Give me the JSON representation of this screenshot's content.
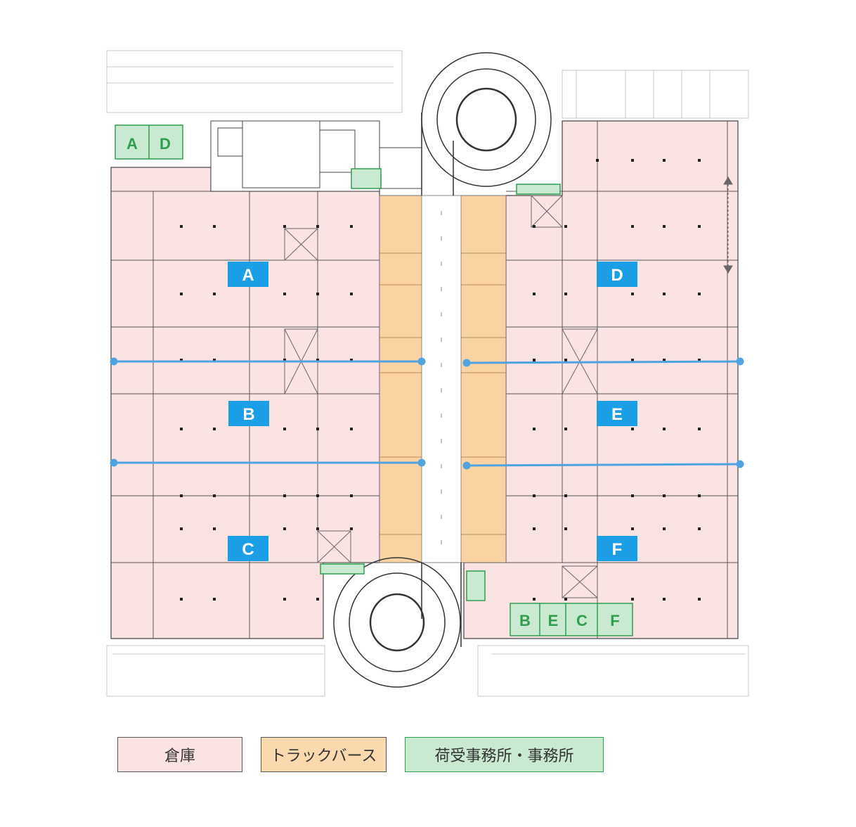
{
  "zones": [
    {
      "id": "A",
      "label": "A"
    },
    {
      "id": "B",
      "label": "B"
    },
    {
      "id": "C",
      "label": "C"
    },
    {
      "id": "D",
      "label": "D"
    },
    {
      "id": "E",
      "label": "E"
    },
    {
      "id": "F",
      "label": "F"
    }
  ],
  "offices": {
    "top_left": [
      "A",
      "D"
    ],
    "bottom_right": [
      "B",
      "E",
      "C",
      "F"
    ]
  },
  "legend": {
    "warehouse": "倉庫",
    "truck_berth": "トラックバース",
    "office": "荷受事務所・事務所"
  },
  "colors": {
    "warehouse_fill": "#fbe3e4",
    "truck_berth_fill": "#fbd3a3",
    "office_fill": "#c9ead0",
    "office_stroke": "#2e9e4e",
    "zone_label_bg": "#1a9ee6",
    "divider_line": "#4fa3e0",
    "office_text": "#2e9e4e"
  }
}
